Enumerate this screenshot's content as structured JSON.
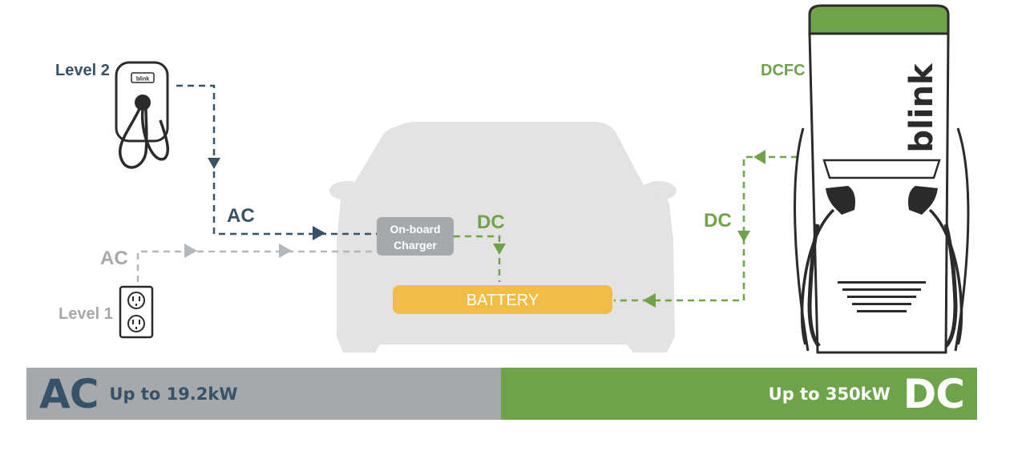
{
  "labels": {
    "level2": "Level 2",
    "level1": "Level 1",
    "dcfc": "DCFC",
    "ac_level2": "AC",
    "ac_level1": "AC",
    "dc_onboard": "DC",
    "dc_dcfc": "DC",
    "onboard_line1": "On-board",
    "onboard_line2": "Charger",
    "battery": "BATTERY",
    "wall_unit_logo": "blink",
    "dcfc_logo": "blink"
  },
  "bars": {
    "ac_big": "AC",
    "ac_text": "Up to 19.2kW",
    "dc_text": "Up to 350kW",
    "dc_big": "DC"
  },
  "colors": {
    "ac_navy": "#365269",
    "dc_green": "#6ea34a",
    "light_gray": "#a6a9ab",
    "car_gray": "#e3e3e3",
    "battery_yellow": "#f2bd45",
    "dark": "#2b2b2b"
  }
}
